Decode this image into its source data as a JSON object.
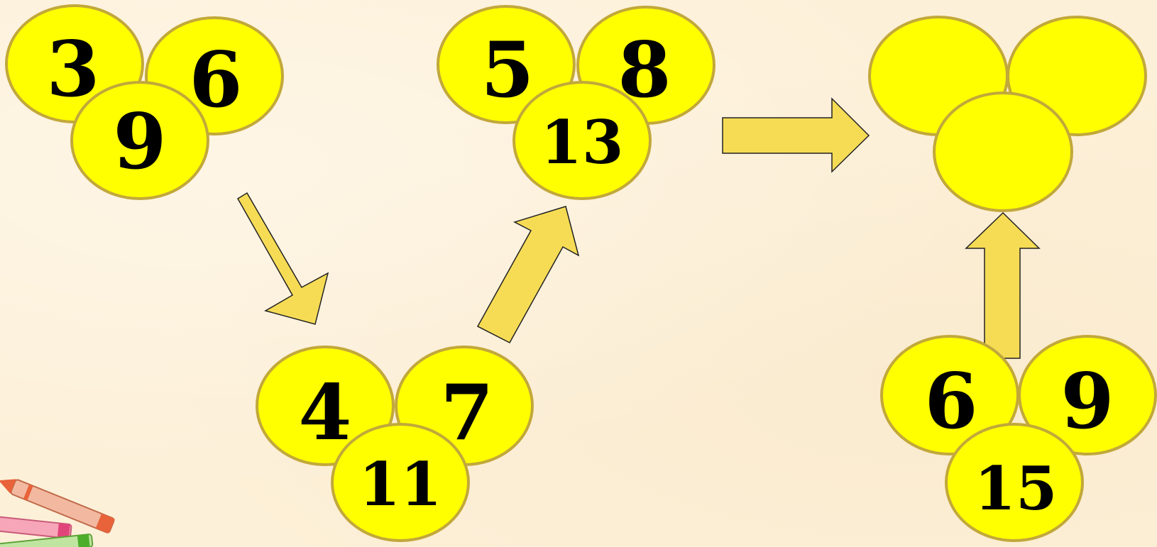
{
  "groups": [
    {
      "top_left": "3",
      "top_right": "6",
      "bottom": "9"
    },
    {
      "top_left": "4",
      "top_right": "7",
      "bottom": "11"
    },
    {
      "top_left": "5",
      "top_right": "8",
      "bottom": "13"
    },
    {
      "top_left": "",
      "top_right": "",
      "bottom": ""
    },
    {
      "top_left": "6",
      "top_right": "9",
      "bottom": "15"
    }
  ],
  "colors": {
    "circle_fill": "#ffff00",
    "circle_stroke": "#c2a83a",
    "arrow_fill": "#f6dc55"
  },
  "icons": [
    "crayons-icon"
  ]
}
